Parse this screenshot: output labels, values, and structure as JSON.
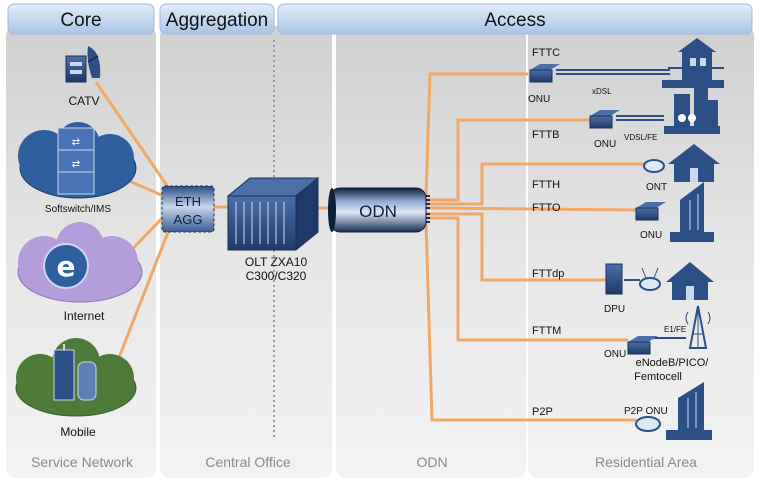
{
  "headers": {
    "core": "Core",
    "aggregation": "Aggregation",
    "access": "Access"
  },
  "footers": {
    "service_network": "Service Network",
    "central_office": "Central Office",
    "odn": "ODN",
    "residential_area": "Residential Area"
  },
  "core_services": {
    "catv": "CATV",
    "softswitch": "Softswitch/IMS",
    "internet": "Internet",
    "mobile": "Mobile"
  },
  "aggregation": {
    "eth_agg_line1": "ETH",
    "eth_agg_line2": "AGG",
    "olt_line1": "OLT ZXA10",
    "olt_line2": "C300/C320"
  },
  "odn_label": "ODN",
  "access": {
    "fttc": "FTTC",
    "fttc_onu": "ONU",
    "fttc_link": "xDSL",
    "fttb": "FTTB",
    "fttb_onu": "ONU",
    "fttb_link": "VDSL/FE",
    "ftth": "FTTH",
    "ftth_ont": "ONT",
    "ftto": "FTTO",
    "ftto_onu": "ONU",
    "fttdp": "FTTdp",
    "fttdp_dpu": "DPU",
    "fttm": "FTTM",
    "fttm_onu": "ONU",
    "fttm_link": "E1/FE",
    "fttm_cell1": "eNodeB/PICO/",
    "fttm_cell2": "Femtocell",
    "p2p": "P2P",
    "p2p_onu": "P2P ONU"
  },
  "colors": {
    "header_fill": "#c5d9f1",
    "panel_fill": "#d9d9d9",
    "link_orange": "#f4a460",
    "cloud_blue": "#2e5f9e",
    "cloud_purple": "#b39ddb",
    "cloud_green": "#4e7a3a",
    "device_blue": "#2c4f86"
  }
}
